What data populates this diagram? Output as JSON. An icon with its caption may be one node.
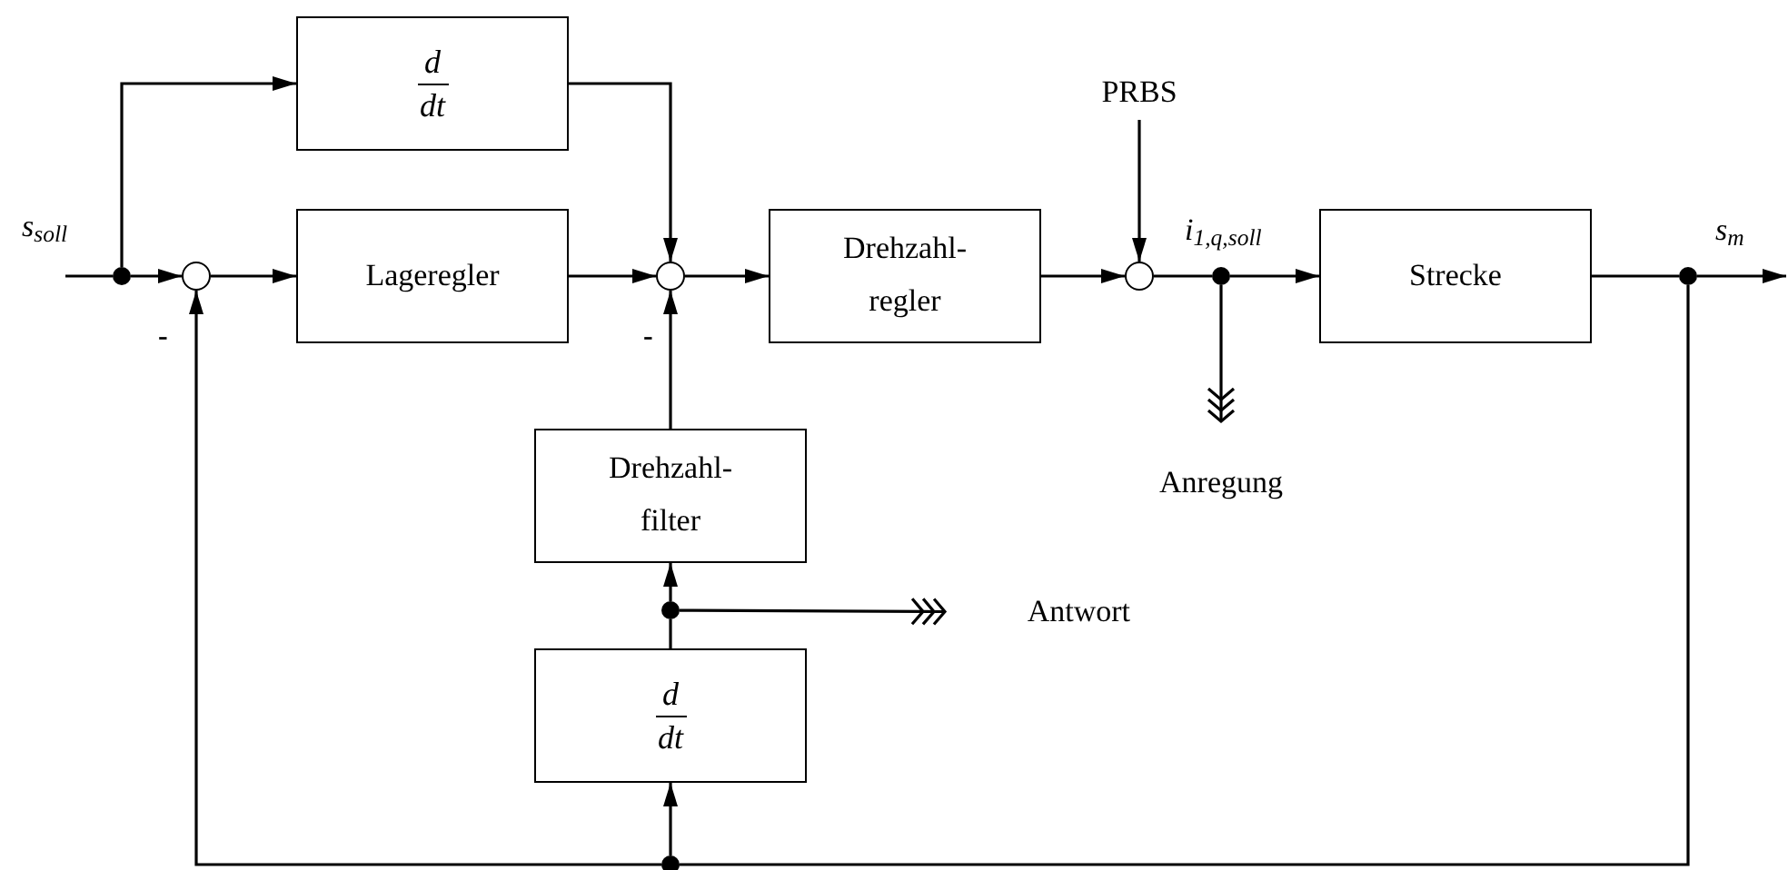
{
  "diagram": {
    "nodes": [
      {
        "text": [
          "d",
          "dt"
        ]
      },
      {
        "text": [
          "Lageregler"
        ]
      },
      {
        "text": [
          "Drehzahl- regler"
        ]
      },
      {
        "text": [
          "Strecke"
        ]
      },
      {
        "text": [
          "Drehzahl- filter"
        ]
      },
      {
        "text": [
          "d",
          "dt"
        ]
      },
      {
        "text": [],
        "shape": "circle"
      },
      {
        "text": [],
        "shape": "circle"
      },
      {
        "text": [],
        "shape": "circle"
      },
      {
        "text": [],
        "shape": "dot"
      },
      {
        "text": [],
        "shape": "dot"
      },
      {
        "text": [],
        "shape": "dot"
      },
      {
        "text": [],
        "shape": "dot"
      },
      {
        "text": [],
        "shape": "dot"
      },
      {
        "text": [
          "PRBS"
        ]
      },
      {
        "text": [
          "Anregung"
        ]
      },
      {
        "text": [
          "Antwort"
        ]
      }
    ],
    "edges": [
      {
        "from": null,
        "to": 9,
        "arrow": "none"
      },
      {
        "from": 9,
        "to": 6,
        "arrow": "to"
      },
      {
        "from": 9,
        "to": 0,
        "arrow": "to"
      },
      {
        "from": 6,
        "to": 1,
        "arrow": "to"
      },
      {
        "from": 1,
        "to": 7,
        "arrow": "to"
      },
      {
        "from": 0,
        "to": 7,
        "arrow": "to"
      },
      {
        "from": 7,
        "to": 2,
        "arrow": "to"
      },
      {
        "from": 2,
        "to": 8,
        "arrow": "to"
      },
      {
        "from": 14,
        "to": 8,
        "arrow": "to"
      },
      {
        "from": 8,
        "to": 10,
        "arrow": "none"
      },
      {
        "from": 10,
        "to": 3,
        "arrow": "to"
      },
      {
        "from": 10,
        "to": 15,
        "arrow": "to"
      },
      {
        "from": 3,
        "to": 11,
        "arrow": "none"
      },
      {
        "from": 11,
        "to": null,
        "arrow": "to"
      },
      {
        "from": 11,
        "to": 13,
        "arrow": "none"
      },
      {
        "from": 13,
        "to": 6,
        "arrow": "to"
      },
      {
        "from": 13,
        "to": 5,
        "arrow": "to"
      },
      {
        "from": 5,
        "to": 12,
        "arrow": "none"
      },
      {
        "from": 12,
        "to": 4,
        "arrow": "to"
      },
      {
        "from": 12,
        "to": 16,
        "arrow": "to"
      },
      {
        "from": 4,
        "to": 7,
        "arrow": "to"
      }
    ],
    "labels": [
      "s$_{soll}$",
      "-",
      "-",
      "i$_{1,q,soll}$",
      "s$_{m}$"
    ]
  }
}
